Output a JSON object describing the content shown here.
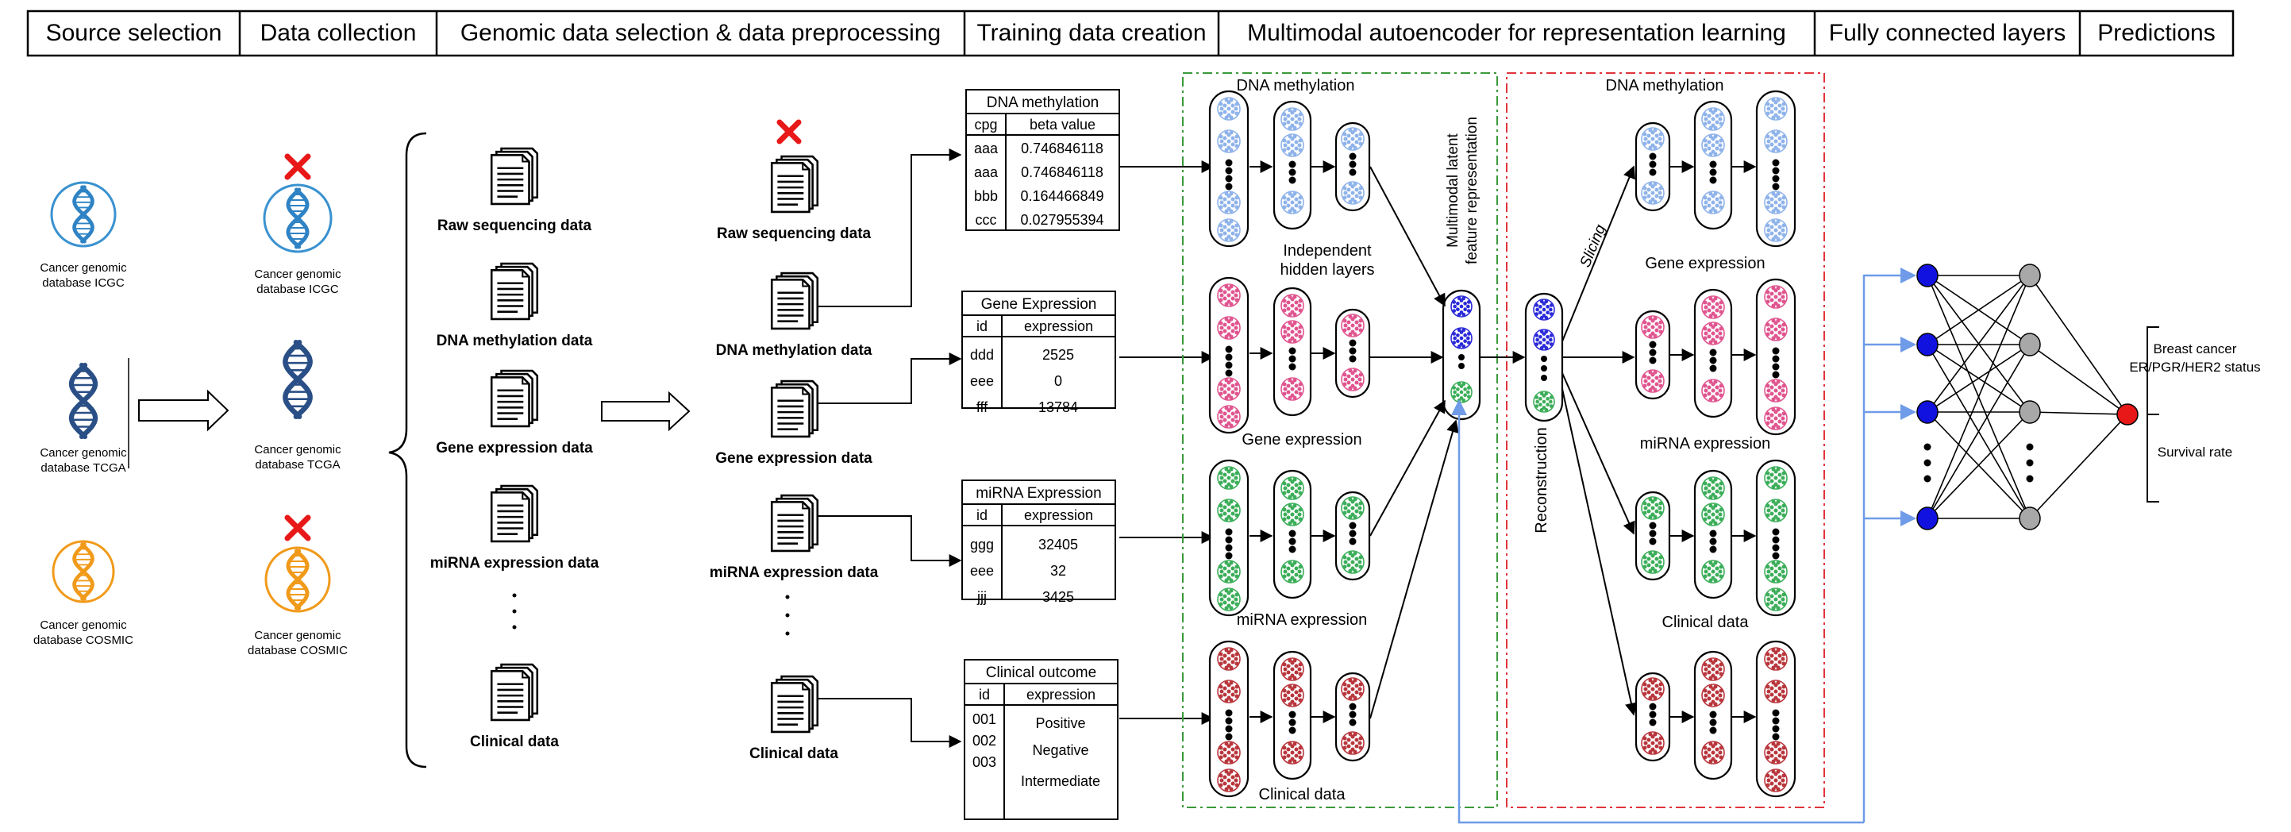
{
  "header": {
    "stages": [
      "Source selection",
      "Data collection",
      "Genomic data selection & data preprocessing",
      "Training data creation",
      "Multimodal autoencoder for representation learning",
      "Fully connected layers",
      "Predictions"
    ]
  },
  "sources": [
    {
      "line1": "Cancer genomic",
      "line2": "database ICGC",
      "icon": "dna-icon-blue"
    },
    {
      "line1": "Cancer genomic",
      "line2": "database TCGA",
      "icon": "dna-icon-dark-blue"
    },
    {
      "line1": "Cancer genomic",
      "line2": "database COSMIC",
      "icon": "dna-icon-orange"
    }
  ],
  "collection": [
    {
      "line1": "Cancer genomic",
      "line2": "database ICGC",
      "excluded": true
    },
    {
      "line1": "Cancer genomic",
      "line2": "database TCGA",
      "excluded": false
    },
    {
      "line1": "Cancer genomic",
      "line2": "database COSMIC",
      "excluded": true
    }
  ],
  "preprocessing_docs": [
    "Raw sequencing data",
    "DNA methylation data",
    "Gene expression data",
    "miRNA expression data",
    "Clinical data"
  ],
  "selected_docs": [
    "Raw sequencing data",
    "DNA methylation data",
    "Gene expression data",
    "miRNA expression data",
    "Clinical data"
  ],
  "tables": [
    {
      "title": "DNA methylation",
      "col1": "cpg",
      "col2": "beta value",
      "rows": [
        [
          "aaa",
          "0.746846118"
        ],
        [
          "aaa",
          "0.746846118"
        ],
        [
          "bbb",
          "0.164466849"
        ],
        [
          "ccc",
          "0.027955394"
        ]
      ]
    },
    {
      "title": "Gene Expression",
      "col1": "id",
      "col2": "expression",
      "rows": [
        [
          "ddd",
          "2525"
        ],
        [
          "eee",
          "0"
        ],
        [
          "fff",
          "13784"
        ]
      ]
    },
    {
      "title": "miRNA Expression",
      "col1": "id",
      "col2": "expression",
      "rows": [
        [
          "ggg",
          "32405"
        ],
        [
          "eee",
          "32"
        ],
        [
          "jjj",
          "3425"
        ]
      ]
    },
    {
      "title": "Clinical outcome",
      "col1": "id",
      "col2": "expression",
      "ids": [
        "001",
        "002",
        "003"
      ],
      "values": [
        "Positive",
        "Negative",
        "Intermediate"
      ]
    }
  ],
  "encoder": {
    "title": "DNA methylation",
    "hidden_label_1": "Independent",
    "hidden_label_2": "hidden layers",
    "labels": [
      "Gene expression",
      "miRNA expression",
      "Clinical data"
    ],
    "latent_label_1": "Multimodal latent",
    "latent_label_2": "feature representation"
  },
  "decoder": {
    "title": "DNA methylation",
    "slicing": "Slicing",
    "reconstruction": "Reconstruction",
    "labels": [
      "Gene expression",
      "miRNA expression",
      "Clinical data"
    ]
  },
  "predictions": {
    "line1": "Breast cancer",
    "line2": "ER/PGR/HER2 status",
    "survival": "Survival rate"
  },
  "colors": {
    "methylation": "#8fb3ea",
    "gene": "#e0558f",
    "mirna": "#3cae5a",
    "clinical": "#b8363c",
    "latent": "#2b2bd9",
    "encoder_border": "#3a9a3a",
    "decoder_border": "#e0343b",
    "feedback": "#6f9be8",
    "x_mark": "#e81818"
  }
}
